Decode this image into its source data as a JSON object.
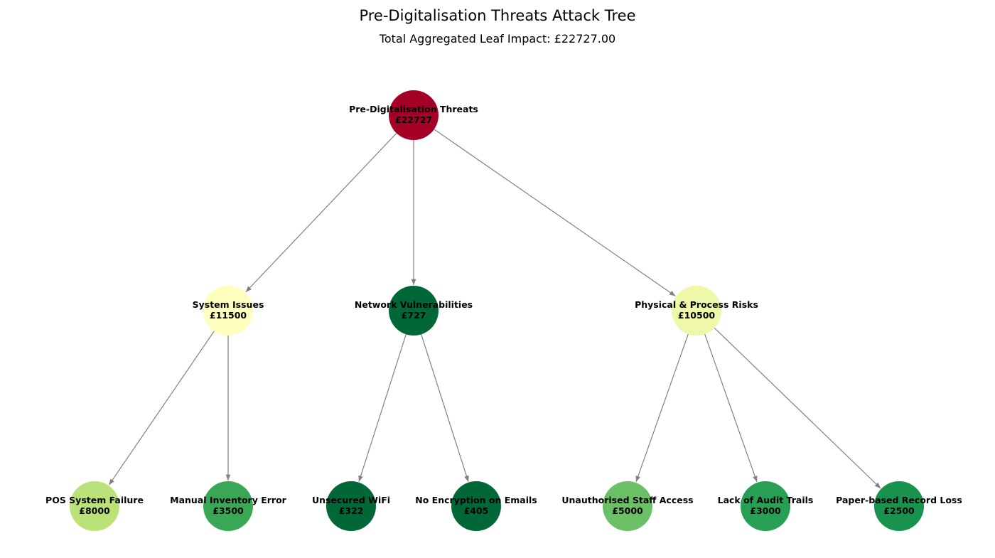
{
  "title": "Pre-Digitalisation Threats Attack Tree",
  "subtitle": "Total Aggregated Leaf Impact: £22727.00",
  "nodes": [
    {
      "id": "root",
      "label": "Pre-Digitalisation Threats",
      "value": "£22727",
      "color": "#a50026"
    },
    {
      "id": "system",
      "label": "System Issues",
      "value": "£11500",
      "color": "#fefebd"
    },
    {
      "id": "network",
      "label": "Network Vulnerabilities",
      "value": "£727",
      "color": "#006837"
    },
    {
      "id": "physical",
      "label": "Physical & Process Risks",
      "value": "£10500",
      "color": "#eef8a8"
    },
    {
      "id": "pos",
      "label": "POS System Failure",
      "value": "£8000",
      "color": "#bbe278"
    },
    {
      "id": "inventory",
      "label": "Manual Inventory Error",
      "value": "£3500",
      "color": "#3aa757"
    },
    {
      "id": "wifi",
      "label": "Unsecured WiFi",
      "value": "£322",
      "color": "#006837"
    },
    {
      "id": "email",
      "label": "No Encryption on Emails",
      "value": "£405",
      "color": "#006837"
    },
    {
      "id": "staff",
      "label": "Unauthorised Staff Access",
      "value": "£5000",
      "color": "#6bbf64"
    },
    {
      "id": "audit",
      "label": "Lack of Audit Trails",
      "value": "£3000",
      "color": "#279f54"
    },
    {
      "id": "paper",
      "label": "Paper-based Record Loss",
      "value": "£2500",
      "color": "#17934d"
    }
  ],
  "edges": [
    [
      "root",
      "system"
    ],
    [
      "root",
      "network"
    ],
    [
      "root",
      "physical"
    ],
    [
      "system",
      "pos"
    ],
    [
      "system",
      "inventory"
    ],
    [
      "network",
      "wifi"
    ],
    [
      "network",
      "email"
    ],
    [
      "physical",
      "staff"
    ],
    [
      "physical",
      "audit"
    ],
    [
      "physical",
      "paper"
    ]
  ],
  "colors": {
    "edge": "#808080",
    "text": "#000000"
  }
}
